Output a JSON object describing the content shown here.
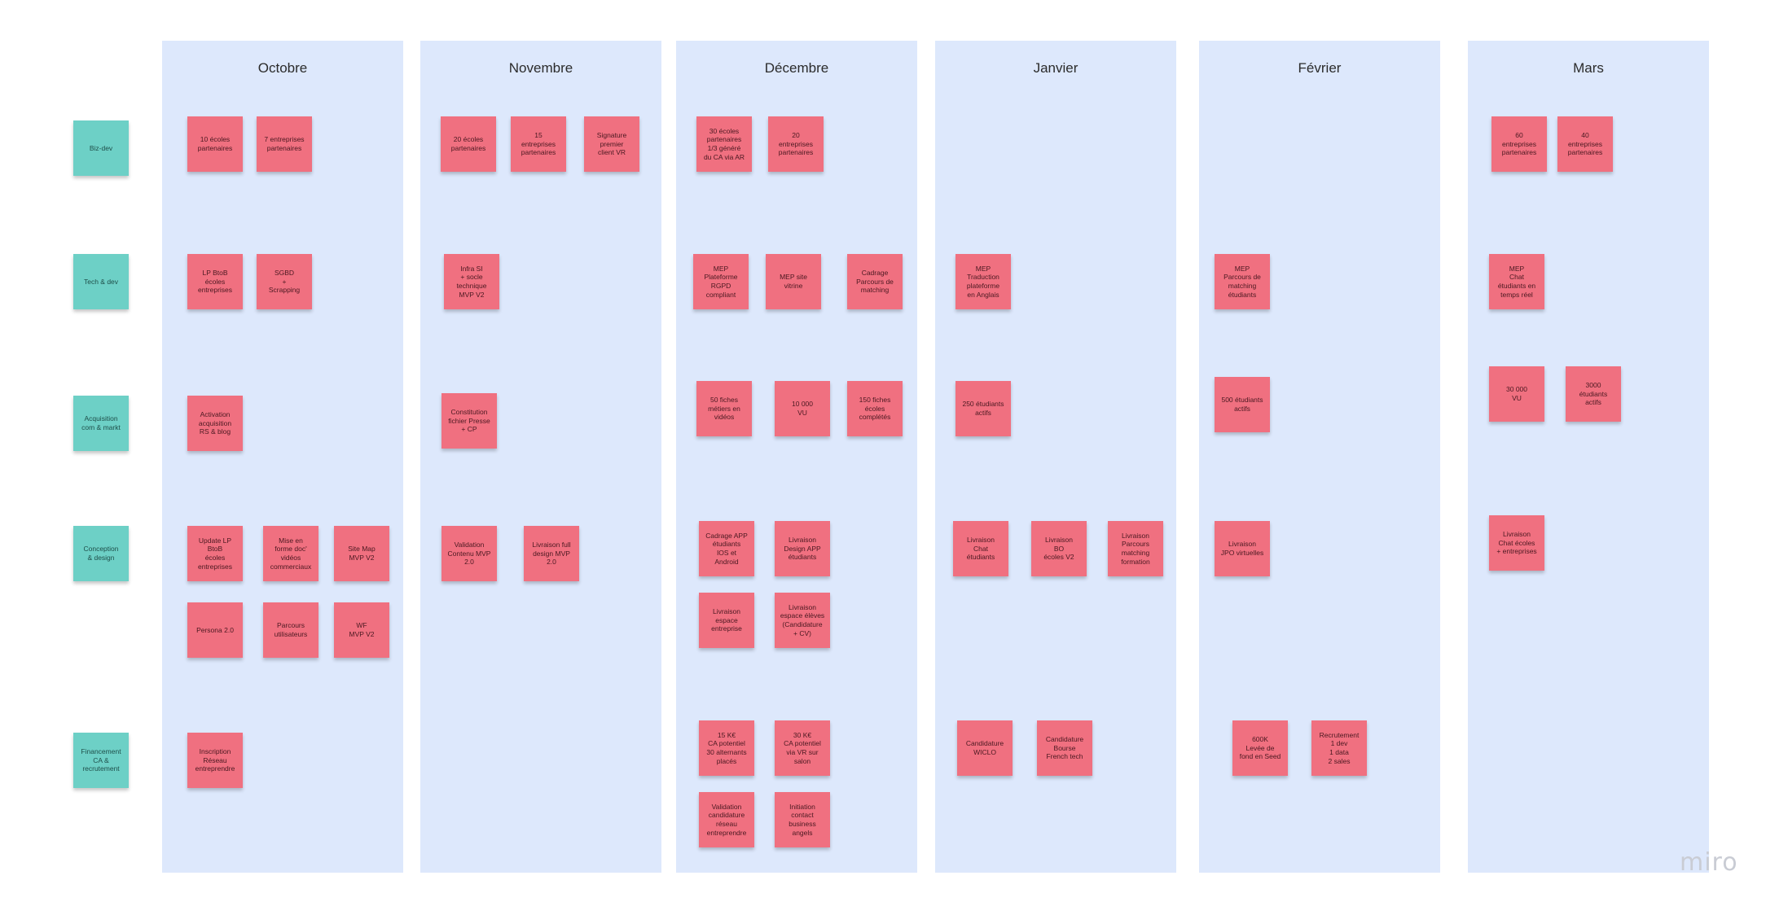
{
  "months": [
    {
      "title": "Octobre"
    },
    {
      "title": "Novembre"
    },
    {
      "title": "Décembre"
    },
    {
      "title": "Janvier"
    },
    {
      "title": "Février"
    },
    {
      "title": "Mars"
    }
  ],
  "rows": [
    {
      "label": "Biz-dev"
    },
    {
      "label": "Tech & dev"
    },
    {
      "label": "Acquisition\ncom & markt"
    },
    {
      "label": "Conception\n& design"
    },
    {
      "label": "Financement\nCA &\nrecrutement"
    }
  ],
  "notes": {
    "oct_biz_1": "10 écoles\npartenaires",
    "oct_biz_2": "7 entreprises\npartenaires",
    "oct_tech_1": "LP BtoB\nécoles\nentreprises",
    "oct_tech_2": "SGBD\n+\nScrapping",
    "oct_acq_1": "Activation\nacquisition\nRS & blog",
    "oct_conc_1": "Update LP\nBtoB\nécoles\nentreprises",
    "oct_conc_2": "Mise en\nforme doc'\nvidéos\ncommerciaux",
    "oct_conc_3": "Site Map\nMVP V2",
    "oct_conc_4": "Persona 2.0",
    "oct_conc_5": "Parcours\nutilisateurs",
    "oct_conc_6": "WF\nMVP V2",
    "oct_fin_1": "Inscription\nRéseau\nentreprendre",
    "nov_biz_1": "20 écoles\npartenaires",
    "nov_biz_2": "15\nentreprises\npartenaires",
    "nov_biz_3": "Signature\npremier\nclient VR",
    "nov_tech_1": "Infra SI\n+ socle\ntechnique\nMVP V2",
    "nov_acq_1": "Constitution\nfichier Presse\n+ CP",
    "nov_conc_1": "Validation\nContenu MVP\n2.0",
    "nov_conc_2": "Livraison full\ndesign MVP\n2.0",
    "dec_biz_1": "30 écoles\npartenaires\n1/3 généré\ndu CA via AR",
    "dec_biz_2": "20\nentreprises\npartenaires",
    "dec_tech_1": "MEP\nPlateforme\nRGPD\ncompliant",
    "dec_tech_2": "MEP site\nvitrine",
    "dec_tech_3": "Cadrage\nParcours de\nmatching",
    "dec_acq_1": "50 fiches\nmétiers en\nvidéos",
    "dec_acq_2": "10 000\nVU",
    "dec_acq_3": "150 fiches\nécoles\ncomplétés",
    "dec_conc_1": "Cadrage APP\nétudiants\nIOS et\nAndroid",
    "dec_conc_2": "Livraison\nDesign APP\nétudiants",
    "dec_conc_3": "Livraison\nespace\nentreprise",
    "dec_conc_4": "Livraison\nespace élèves\n(Candidature\n+ CV)",
    "dec_fin_1": "15 K€\nCA potentiel\n30 alternants\nplacés",
    "dec_fin_2": "30 K€\nCA potentiel\nvia VR sur\nsalon",
    "dec_fin_3": "Validation\ncandidature\nréseau\nentreprendre",
    "dec_fin_4": "Initiation\ncontact\nbusiness\nangels",
    "jan_tech_1": "MEP\nTraduction\nplateforme\nen Anglais",
    "jan_acq_1": "250 étudiants\nactifs",
    "jan_conc_1": "Livraison\nChat\nétudiants",
    "jan_conc_2": "Livraison\nBO\nécoles V2",
    "jan_conc_3": "Livraison\nParcours\nmatching\nformation",
    "jan_fin_1": "Candidature\nWICLO",
    "jan_fin_2": "Candidature\nBourse\nFrench tech",
    "feb_tech_1": "MEP\nParcours de\nmatching\nétudiants",
    "feb_acq_1": "500 étudiants\nactifs",
    "feb_conc_1": "Livraison\nJPO virtuelles",
    "feb_fin_1": "600K\nLevée de\nfond en Seed",
    "feb_fin_2": "Recrutement\n1 dev\n1 data\n2 sales",
    "mar_biz_1": "60\nentreprises\npartenaires",
    "mar_biz_2": "40\nentreprises\npartenaires",
    "mar_tech_1": "MEP\nChat\nétudiants en\ntemps réel",
    "mar_acq_1": "30 000\nVU",
    "mar_acq_2": "3000\nétudiants\nactifs",
    "mar_conc_1": "Livraison\nChat écoles\n+ entreprises"
  },
  "logo": "miro",
  "colors": {
    "column": "#dde8fc",
    "note": "#f07080",
    "label": "#6dd0c6"
  }
}
